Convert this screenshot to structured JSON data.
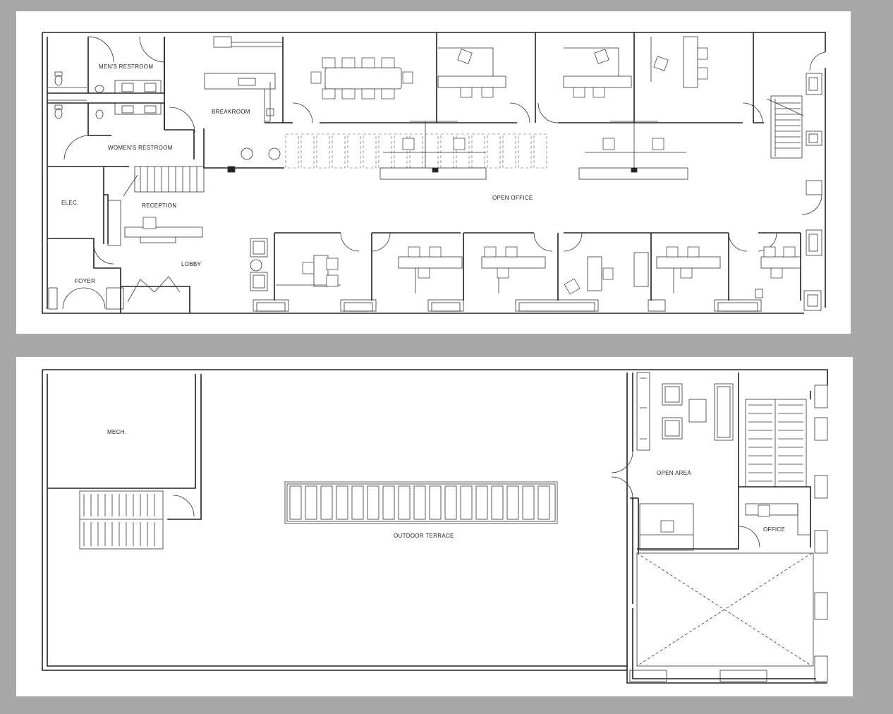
{
  "floor_plan_1": {
    "rooms": {
      "mens_restroom": "MEN'S RESTROOM",
      "womens_restroom": "WOMEN'S RESTROOM",
      "breakroom": "BREAKROOM",
      "elec": "ELEC.",
      "reception": "RECEPTION",
      "lobby": "LOBBY",
      "foyer": "FOYER",
      "open_office": "OPEN OFFICE"
    }
  },
  "floor_plan_2": {
    "rooms": {
      "mech": "MECH.",
      "outdoor_terrace": "OUTDOOR TERRACE",
      "open_area": "OPEN AREA",
      "office": "OFFICE"
    }
  },
  "colors": {
    "background": "#a8a8a8",
    "sheet": "#ffffff",
    "line": "#222222"
  }
}
